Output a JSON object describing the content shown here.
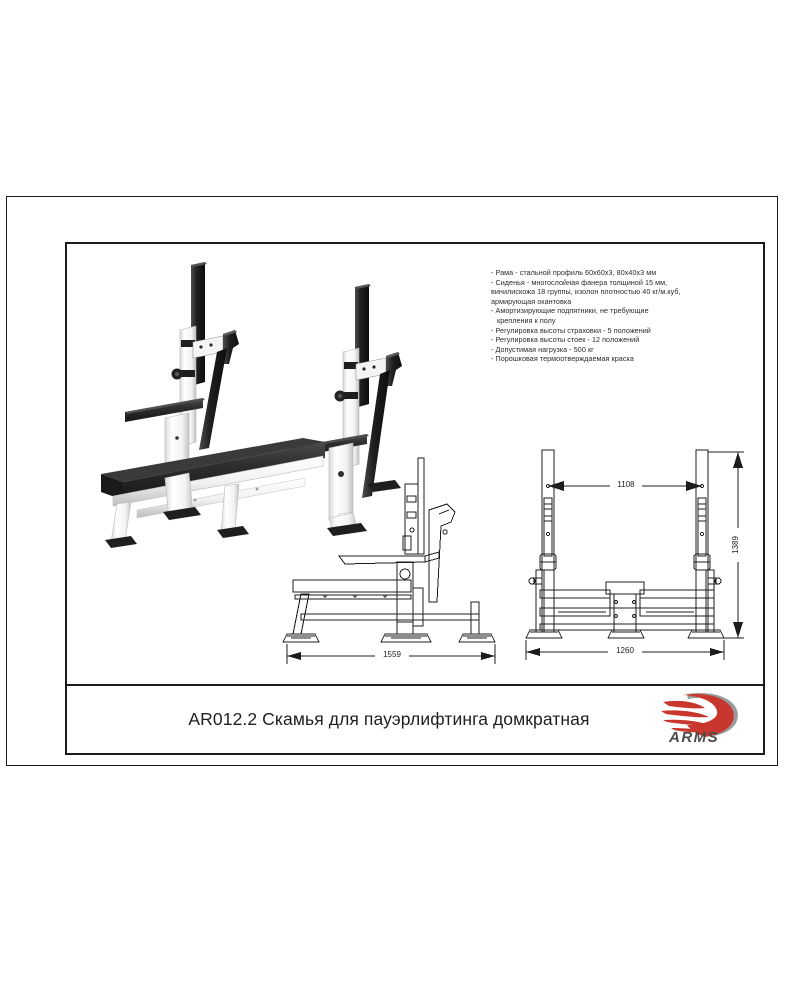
{
  "document": {
    "type": "product-datasheet",
    "background_color": "#ffffff",
    "frame_color": "#1c1c1c"
  },
  "specs": {
    "lines": [
      "- Рама - стальной профиль 60х60х3, 80х40х3 мм",
      "- Сиденья - многослойная фанера толщиной 15 мм,",
      "винилискожа 18 группы, изолон плотностью 40 кг/м.куб,",
      "армирующая окантовка",
      "- Амортизирующие подпятники, не требующие",
      "крепления к полу",
      "- Регулировка высоты страховки - 5 положений",
      "- Регулировка высоты стоек - 12 положений",
      "- Допустимая нагрузка - 500 кг",
      "- Порошковая термоотверждаемая краска"
    ]
  },
  "drawings": {
    "photo_label": "product-photo-isometric",
    "side_view_label": "cad-side-view",
    "front_view_label": "cad-front-view",
    "dimensions": {
      "side_width": "1559",
      "front_width": "1260",
      "upright_spacing": "1108",
      "height": "1389"
    }
  },
  "title_block": {
    "product_title": "AR012.2 Скамья для пауэрлифтинга домкратная",
    "brand_name": "ARMS",
    "brand_red": "#C8372D",
    "brand_gray": "#9a9a9a",
    "wordmark_color": "#4a4a4a"
  },
  "colors": {
    "frame_white": "#ffffff",
    "pad_black": "#2a2a2a",
    "line_black": "#1c1c1c"
  }
}
